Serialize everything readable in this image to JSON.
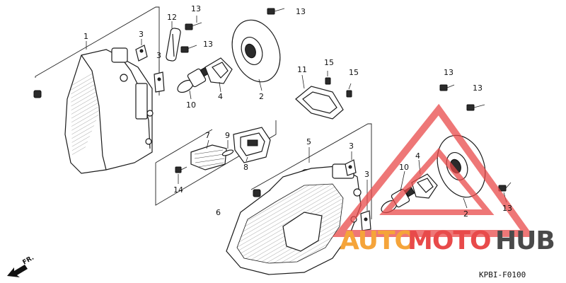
{
  "diagram": {
    "reference_code": "KPBI-F0100",
    "direction_label": "FR.",
    "callouts": {
      "c1": "1",
      "c3a": "3",
      "c3b": "3",
      "c12": "12",
      "c13a": "13",
      "c13b": "13",
      "c13c": "13",
      "c10a": "10",
      "c4a": "4",
      "c2a": "2",
      "c11": "11",
      "c15a": "15",
      "c15b": "15",
      "c7": "7",
      "c9": "9",
      "c8": "8",
      "c14": "14",
      "c6": "6",
      "c5": "5",
      "c3c": "3",
      "c3d": "3",
      "c13d": "13",
      "c13e": "13",
      "c10b": "10",
      "c4b": "4",
      "c13f": "13",
      "c2b": "2"
    }
  },
  "watermark": {
    "brand_part1": "AUTO",
    "brand_part2": "MOTO",
    "brand_part3": "HUB",
    "color_red": "#e84a4a",
    "color_orange": "#f5a43a",
    "color_gray": "#4a4a4a"
  }
}
